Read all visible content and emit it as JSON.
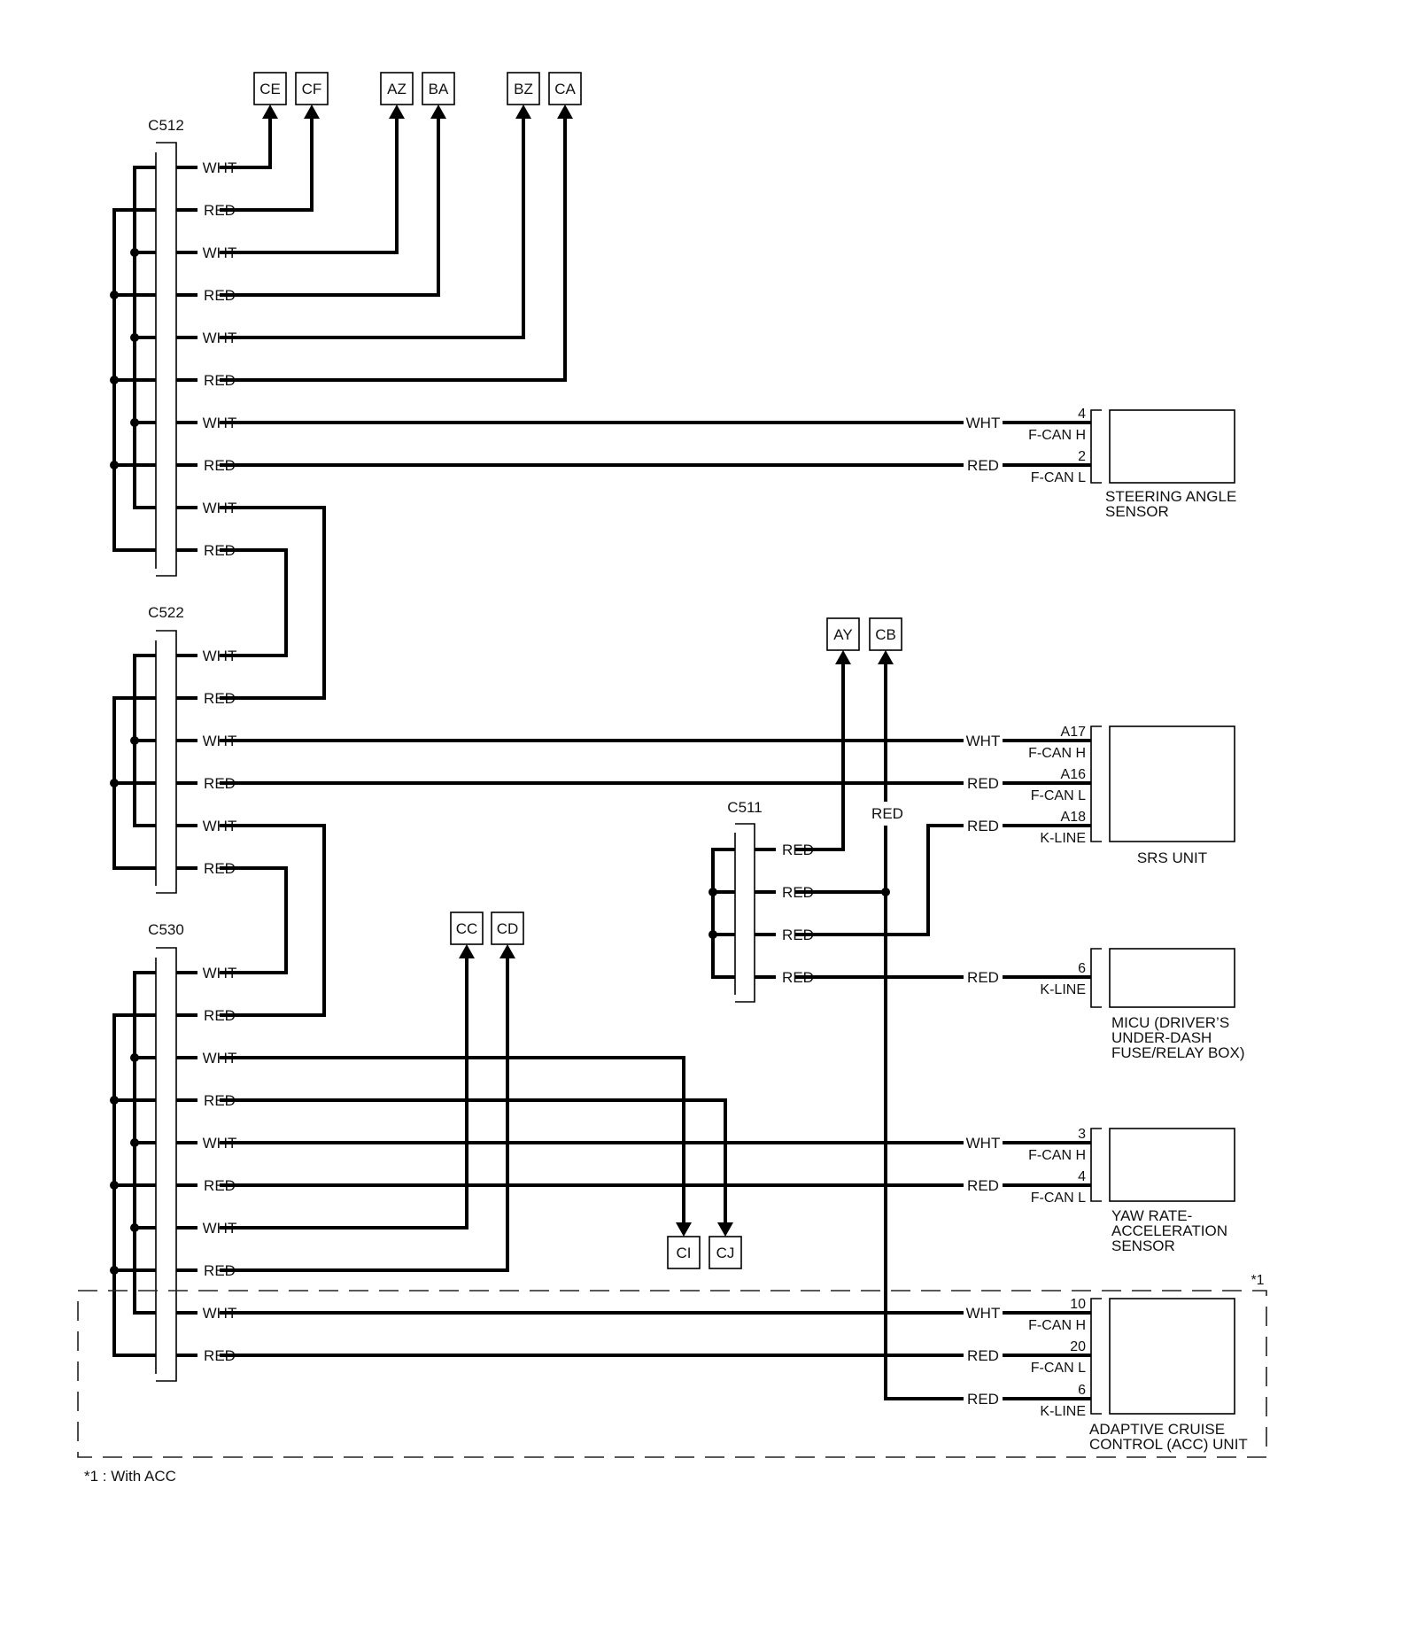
{
  "diagram": {
    "type": "wiring-schematic",
    "colors": {
      "wire": "#000000",
      "background": "#ffffff"
    },
    "connectors": [
      {
        "id": "C512",
        "label": "C512",
        "rows": [
          "WHT",
          "RED",
          "WHT",
          "RED",
          "WHT",
          "RED",
          "WHT",
          "RED",
          "WHT",
          "RED"
        ]
      },
      {
        "id": "C522",
        "label": "C522",
        "rows": [
          "WHT",
          "RED",
          "WHT",
          "RED",
          "WHT",
          "RED"
        ]
      },
      {
        "id": "C530",
        "label": "C530",
        "rows": [
          "WHT",
          "RED",
          "WHT",
          "RED",
          "WHT",
          "RED",
          "WHT",
          "RED",
          "WHT",
          "RED"
        ]
      },
      {
        "id": "C511",
        "label": "C511",
        "rows": [
          "RED",
          "RED",
          "RED",
          "RED"
        ]
      }
    ],
    "offpage_refs": [
      "CE",
      "CF",
      "AZ",
      "BA",
      "BZ",
      "CA",
      "AY",
      "CB",
      "CC",
      "CD",
      "CI",
      "CJ"
    ],
    "components": [
      {
        "id": "steering",
        "name_lines": [
          "STEERING ANGLE",
          "SENSOR"
        ],
        "pins": [
          {
            "num": "4",
            "func": "F-CAN H",
            "color": "WHT"
          },
          {
            "num": "2",
            "func": "F-CAN L",
            "color": "RED"
          }
        ]
      },
      {
        "id": "srs",
        "name_lines": [
          "SRS UNIT"
        ],
        "pins": [
          {
            "num": "A17",
            "func": "F-CAN H",
            "color": "WHT"
          },
          {
            "num": "A16",
            "func": "F-CAN L",
            "color": "RED"
          },
          {
            "num": "A18",
            "func": "K-LINE",
            "color": "RED"
          }
        ]
      },
      {
        "id": "micu",
        "name_lines": [
          "MICU (DRIVER’S",
          "UNDER-DASH",
          "FUSE/RELAY BOX)"
        ],
        "pins": [
          {
            "num": "6",
            "func": "K-LINE",
            "color": "RED"
          }
        ]
      },
      {
        "id": "yaw",
        "name_lines": [
          "YAW RATE-",
          "ACCELERATION",
          "SENSOR"
        ],
        "pins": [
          {
            "num": "3",
            "func": "F-CAN H",
            "color": "WHT"
          },
          {
            "num": "4",
            "func": "F-CAN L",
            "color": "RED"
          }
        ]
      },
      {
        "id": "acc",
        "name_lines": [
          "ADAPTIVE CRUISE",
          "CONTROL (ACC) UNIT"
        ],
        "pins": [
          {
            "num": "10",
            "func": "F-CAN H",
            "color": "WHT"
          },
          {
            "num": "20",
            "func": "F-CAN L",
            "color": "RED"
          },
          {
            "num": "6",
            "func": "K-LINE",
            "color": "RED"
          }
        ]
      }
    ],
    "cb_wire_label": "RED",
    "optional_group_mark": "*1",
    "footnote": "*1 : With ACC"
  }
}
